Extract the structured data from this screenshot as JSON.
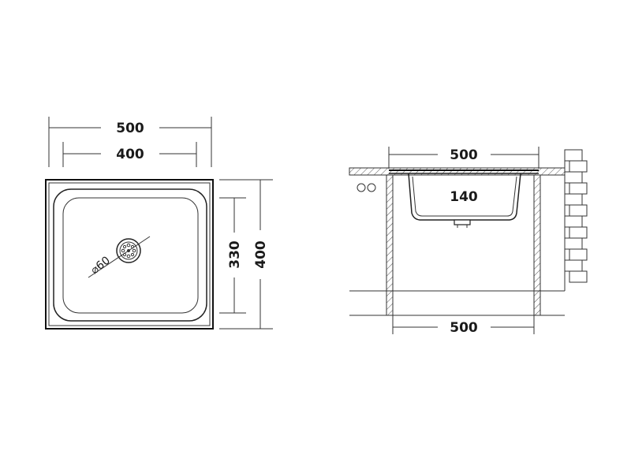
{
  "top_view": {
    "overall_width": "500",
    "bowl_width": "400",
    "bowl_depth": "330",
    "overall_depth": "400",
    "drain_diameter": "⌀60"
  },
  "side_view": {
    "top_width": "500",
    "bowl_depth": "140",
    "cabinet_width": "500"
  }
}
